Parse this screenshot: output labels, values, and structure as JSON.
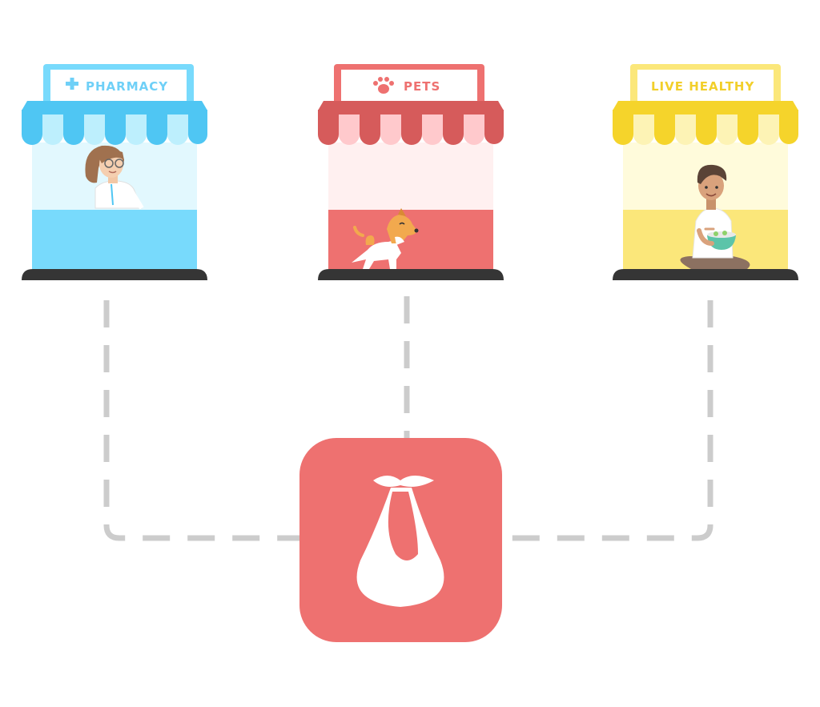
{
  "stores": [
    {
      "id": "pharmacy",
      "label": "PHARMACY",
      "icon": "plus-icon",
      "occupant": "pharmacist",
      "colors": {
        "main": "#78dafc",
        "dark": "#4fc6f3",
        "light": "#bdeffd",
        "interior": "#e2f8fe",
        "text": "#6fd0f7"
      }
    },
    {
      "id": "pets",
      "label": "PETS",
      "icon": "paw-icon",
      "occupant": "dog",
      "colors": {
        "main": "#ee7170",
        "dark": "#d65b5b",
        "light": "#ffc9cc",
        "interior": "#fff0f0",
        "text": "#ee7170"
      }
    },
    {
      "id": "live-healthy",
      "label": "LIVE HEALTHY",
      "icon": "",
      "occupant": "man-with-salad",
      "colors": {
        "main": "#fbe77a",
        "dark": "#f5d42b",
        "light": "#fdf3b5",
        "interior": "#fffbdb",
        "text": "#f2cf2a"
      }
    }
  ],
  "connector": {
    "color": "#cccccc"
  },
  "hub": {
    "icon": "bundle-bag-icon",
    "color": "#ee7170"
  },
  "base_color": "#353535"
}
